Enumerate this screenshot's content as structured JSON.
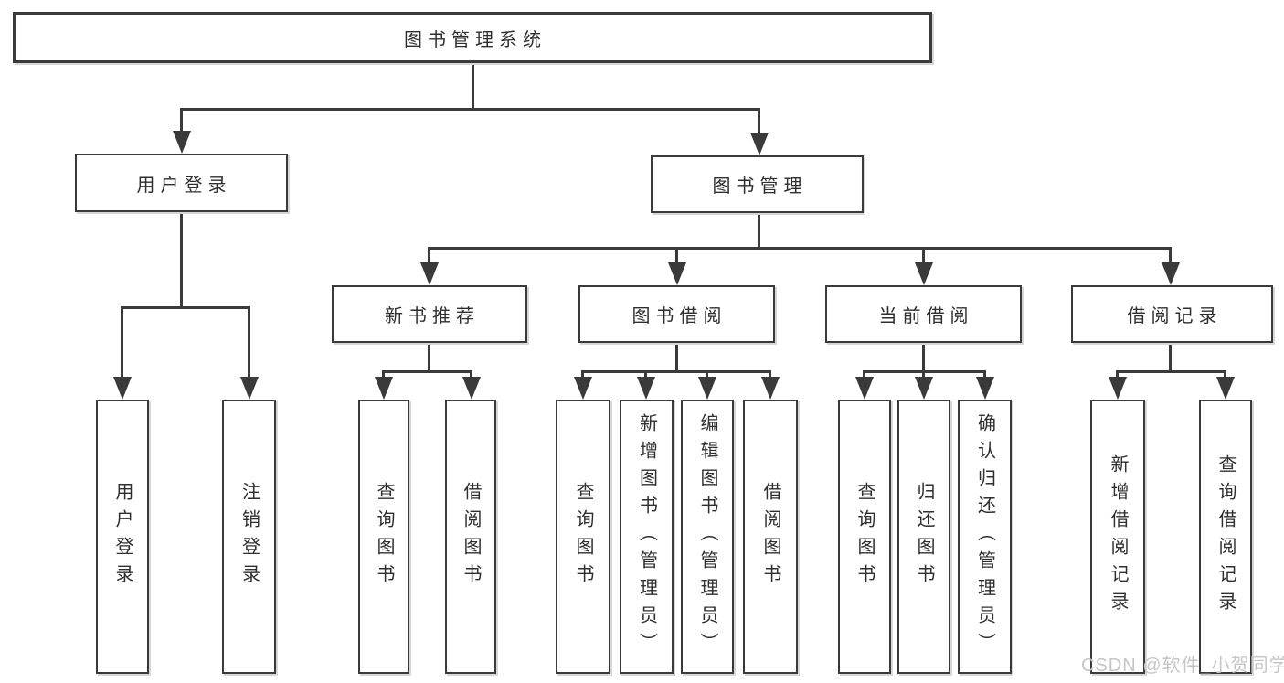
{
  "diagram": {
    "type": "hierarchy-tree",
    "title": "图书管理系统",
    "watermark": "CSDN @软件_小贺同学",
    "colors": {
      "background": "#ffffff",
      "line": "#3a3a3a",
      "box_border": "#3a3a3a",
      "box_fill": "#ffffff",
      "text": "#2e2e2e",
      "watermark_text": "#c6c6c6"
    },
    "tree": {
      "label": "图书管理系统",
      "children": [
        {
          "label": "用户登录",
          "children": [
            {
              "label": "用户登录"
            },
            {
              "label": "注销登录"
            }
          ]
        },
        {
          "label": "图书管理",
          "children": [
            {
              "label": "新书推荐",
              "children": [
                {
                  "label": "查询图书"
                },
                {
                  "label": "借阅图书"
                }
              ]
            },
            {
              "label": "图书借阅",
              "children": [
                {
                  "label": "查询图书"
                },
                {
                  "label": "新增图书（管理员）"
                },
                {
                  "label": "编辑图书（管理员）"
                },
                {
                  "label": "借阅图书"
                }
              ]
            },
            {
              "label": "当前借阅",
              "children": [
                {
                  "label": "查询图书"
                },
                {
                  "label": "归还图书"
                },
                {
                  "label": "确认归还（管理员）"
                }
              ]
            },
            {
              "label": "借阅记录",
              "children": [
                {
                  "label": "新增借阅记录"
                },
                {
                  "label": "查询借阅记录"
                }
              ]
            }
          ]
        }
      ]
    }
  }
}
